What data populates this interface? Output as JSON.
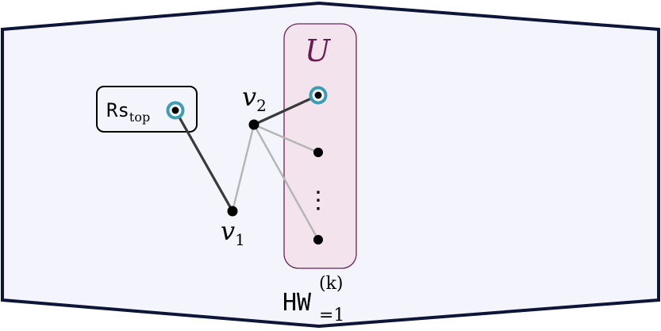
{
  "colors": {
    "background": "#f4f4fd",
    "border": "#0d1538",
    "region_fill": "#f2e3ec",
    "region_stroke": "#6a2459",
    "region_label": "#6a1a4f",
    "ring": "#3d9db5",
    "edge_dark": "#3a3a3a",
    "edge_light": "#b4b4b4",
    "node": "#000000"
  },
  "labels": {
    "rs_main": "Rs",
    "rs_sub": "top",
    "region": "U",
    "v1_main": "v",
    "v1_sub": "1",
    "v2_main": "v",
    "v2_sub": "2",
    "hw_main": "HW",
    "hw_sub": "=1",
    "hw_sup": "(k)",
    "dots": "⋮"
  },
  "nodes": [
    {
      "id": "rs_top",
      "ring": true
    },
    {
      "id": "v1",
      "ring": false
    },
    {
      "id": "v2",
      "ring": false
    },
    {
      "id": "u1",
      "ring": true
    },
    {
      "id": "u2",
      "ring": false
    },
    {
      "id": "u3",
      "ring": false
    }
  ],
  "edges": [
    {
      "from": "rs_top",
      "to": "v1",
      "style": "dark"
    },
    {
      "from": "v1",
      "to": "v2",
      "style": "light"
    },
    {
      "from": "v2",
      "to": "u1",
      "style": "dark"
    },
    {
      "from": "v2",
      "to": "u2",
      "style": "light"
    },
    {
      "from": "v2",
      "to": "u3",
      "style": "light"
    }
  ]
}
